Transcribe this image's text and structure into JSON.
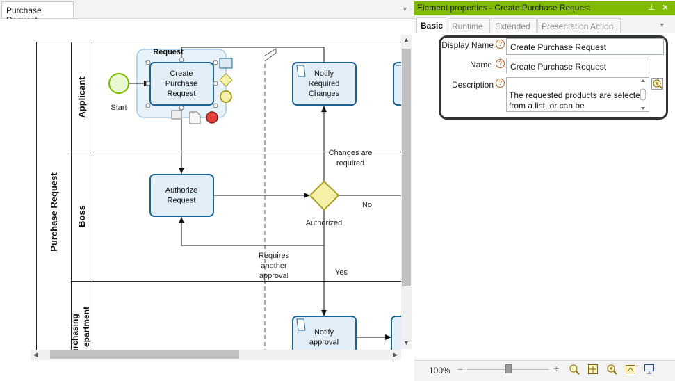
{
  "document": {
    "tab_label": "Purchase Request"
  },
  "diagram": {
    "pool_label": "Purchase Request",
    "lanes": [
      "Applicant",
      "Boss",
      "Purchasing department"
    ],
    "lane_visible_lines": [
      "urchasing",
      "epartment"
    ],
    "selected_group_label": "Request",
    "start_label": "Start",
    "tasks": {
      "create": "Create Purchase Request",
      "notify_changes": "Notify Required Changes",
      "authorize": "Authorize Request",
      "notify_approval": "Notify approval"
    },
    "gateway_label": "Authorized",
    "flow_labels": {
      "changes_required": "Changes are required",
      "no": "No",
      "requires_another": "Requires another approval",
      "yes": "Yes"
    }
  },
  "properties": {
    "title": "Element properties - Create Purchase Request",
    "tabs": [
      "Basic",
      "Runtime",
      "Extended",
      "Presentation Action"
    ],
    "active_tab": "Basic",
    "fields": {
      "display_name_label": "Display Name",
      "display_name_value": "Create Purchase Request",
      "name_label": "Name",
      "name_value": "Create Purchase Request",
      "description_label": "Description",
      "description_value": "The requested products are selected from a list, or can be"
    }
  },
  "status": {
    "zoom": "100%"
  },
  "colors": {
    "header_green": "#7fba00",
    "task_border": "#1f6391",
    "start_green": "#7fba00",
    "end_red": "#e0403a",
    "gateway_yellow": "#f5f0a8"
  }
}
